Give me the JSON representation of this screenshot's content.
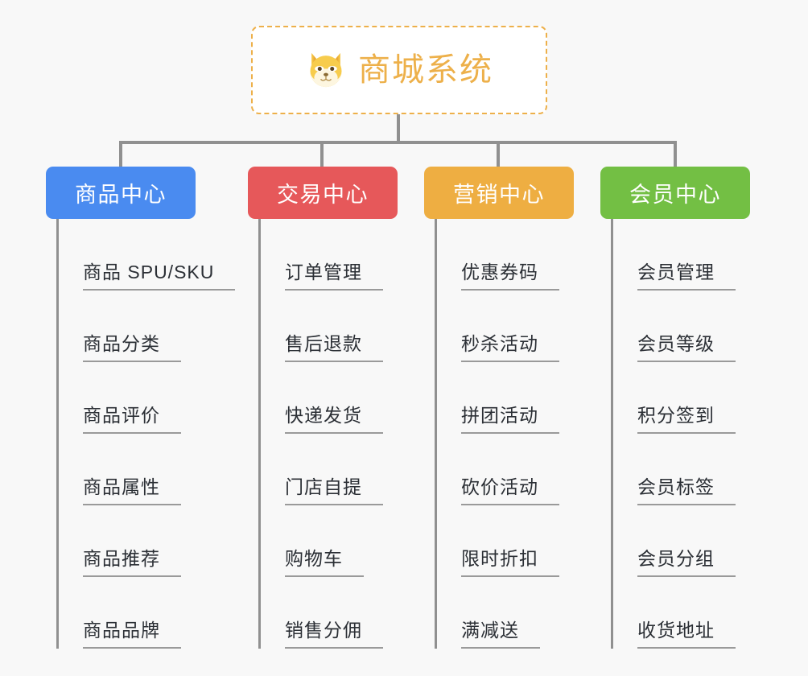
{
  "page": {
    "background_color": "#f8f8f8",
    "line_color": "#909090"
  },
  "root": {
    "title": "商城系统",
    "icon": "shiba-dog-face-icon",
    "border_color": "#edb04a",
    "text_color": "#edb04a",
    "background_color": "#ffffff"
  },
  "columns": [
    {
      "id": "product-center",
      "title": "商品中心",
      "color": "#4a8bf0",
      "items": [
        {
          "label": "商品 SPU/SKU"
        },
        {
          "label": "商品分类"
        },
        {
          "label": "商品评价"
        },
        {
          "label": "商品属性"
        },
        {
          "label": "商品推荐"
        },
        {
          "label": "商品品牌"
        }
      ]
    },
    {
      "id": "trade-center",
      "title": "交易中心",
      "color": "#e6585a",
      "items": [
        {
          "label": "订单管理"
        },
        {
          "label": "售后退款"
        },
        {
          "label": "快递发货"
        },
        {
          "label": "门店自提"
        },
        {
          "label": "购物车"
        },
        {
          "label": "销售分佣"
        }
      ]
    },
    {
      "id": "marketing-center",
      "title": "营销中心",
      "color": "#eeae42",
      "items": [
        {
          "label": "优惠券码"
        },
        {
          "label": "秒杀活动"
        },
        {
          "label": "拼团活动"
        },
        {
          "label": "砍价活动"
        },
        {
          "label": "限时折扣"
        },
        {
          "label": "满减送"
        }
      ]
    },
    {
      "id": "member-center",
      "title": "会员中心",
      "color": "#73bf44",
      "items": [
        {
          "label": "会员管理"
        },
        {
          "label": "会员等级"
        },
        {
          "label": "积分签到"
        },
        {
          "label": "会员标签"
        },
        {
          "label": "会员分组"
        },
        {
          "label": "收货地址"
        }
      ]
    }
  ]
}
